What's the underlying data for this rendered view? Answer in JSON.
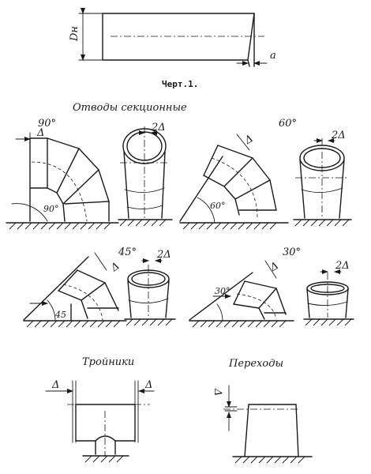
{
  "drawing": {
    "caption": "Черт.1.",
    "dim_diameter": "Dн",
    "dim_a": "a"
  },
  "sections": {
    "segmented_bends_title": "Отводы секционные",
    "tees_title": "Тройники",
    "reducers_title": "Переходы"
  },
  "angles": {
    "a90": "90°",
    "a60": "60°",
    "a45": "45°",
    "a30": "30°",
    "inner90": "90°",
    "inner60": "60°",
    "inner45": "45",
    "inner30": "30°"
  },
  "dims": {
    "delta": "Δ",
    "two_delta": "2Δ"
  }
}
